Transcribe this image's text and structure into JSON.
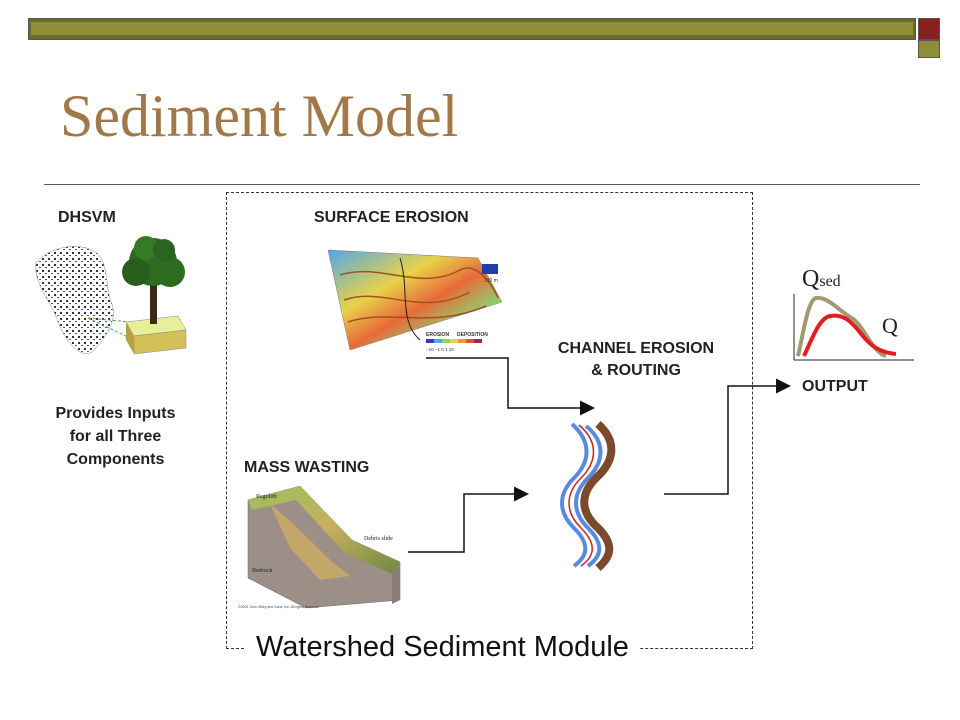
{
  "slide": {
    "title": "Sediment Model"
  },
  "labels": {
    "dhsvm": "DHSVM",
    "surface_erosion": "SURFACE EROSION",
    "channel_line1": "CHANNEL EROSION",
    "channel_line2": "& ROUTING",
    "mass_wasting": "MASS WASTING",
    "output": "OUTPUT",
    "provides_line1": "Provides Inputs",
    "provides_line2": "for all Three",
    "provides_line3": "Components",
    "module": "Watershed Sediment Module",
    "qsed_main": "Q",
    "qsed_sub": "sed",
    "q": "Q"
  },
  "figure_text": {
    "legend_erosion": "EROSION",
    "legend_deposition": "DEPOSITION",
    "legend_ticks": "−10  −1   0   1   10",
    "scale_bar": "100 m",
    "regolith": "Regolith",
    "debris_slide": "Debris slide",
    "bedrock": "Bedrock",
    "copyright": "©2002 John Wiley and Sons, Inc. All rights reserved"
  },
  "colors": {
    "title": "#a0784a",
    "q_curve": "#a09a70",
    "qsed_curve": "#e02020",
    "river_outer": "#5a8ae0",
    "river_inner": "#cc2222",
    "bar_olive": "#8d8d3a",
    "bar_red": "#8a1f1f"
  }
}
